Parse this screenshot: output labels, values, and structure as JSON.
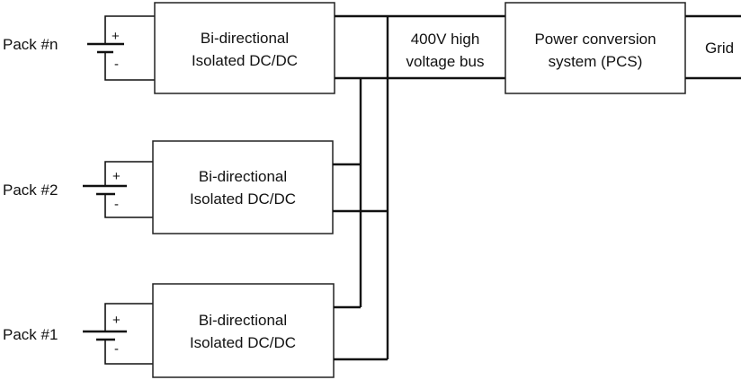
{
  "packs": [
    {
      "label": "Pack #n",
      "converter": [
        "Bi-directional",
        "Isolated DC/DC"
      ]
    },
    {
      "label": "Pack #2",
      "converter": [
        "Bi-directional",
        "Isolated DC/DC"
      ]
    },
    {
      "label": "Pack #1",
      "converter": [
        "Bi-directional",
        "Isolated DC/DC"
      ]
    }
  ],
  "battery_symbol": {
    "plus": "+",
    "minus": "-"
  },
  "bus": {
    "label_line1": "400V high",
    "label_line2": "voltage bus"
  },
  "pcs": {
    "label_line1": "Power conversion",
    "label_line2": "system (PCS)"
  },
  "grid": {
    "label": "Grid"
  }
}
